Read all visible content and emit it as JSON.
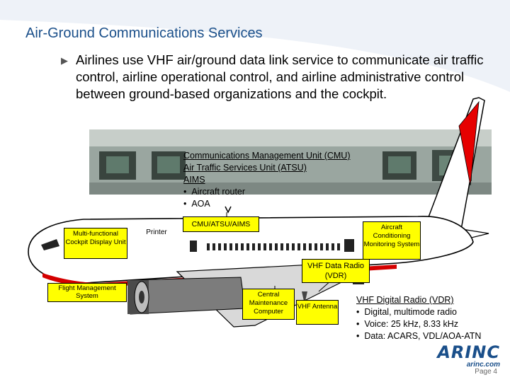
{
  "title": "Air-Ground Communications Services",
  "bullet": "Airlines use VHF air/ground data link service to communicate air traffic control, airline operational control, and airline administrative control between ground-based organizations and the cockpit.",
  "cmu_block": {
    "line1": "Communications Management Unit (CMU)",
    "line2": "Air Traffic Services Unit (ATSU)",
    "line3": "AIMS",
    "item1": "Aircraft router",
    "item2": "AOA"
  },
  "labels": {
    "mcdu": "Multi-functional Cockpit Display Unit",
    "printer": "Printer",
    "cmu_box": "CMU/ATSU/AIMS",
    "acms": "Aircraft Conditioning Monitoring System",
    "vdr": "VHF Data Radio (VDR)",
    "fms": "Flight Management System",
    "cmc": "Central Maintenance Computer",
    "antenna": "VHF Antenna"
  },
  "vdl": {
    "heading": "VHF Digital Radio (VDR)",
    "item1": "Digital, multimode radio",
    "item2": "Voice:  25 kHz, 8.33 kHz",
    "item3": "Data:  ACARS, VDL/AOA-ATN"
  },
  "logo": {
    "name": "ARINC",
    "site": "arinc.com"
  },
  "page": "Page 4",
  "colors": {
    "title": "#1a4f8a",
    "highlight": "#ffff00",
    "tail_stripe": "#e60000",
    "brand": "#1a4f8a"
  }
}
